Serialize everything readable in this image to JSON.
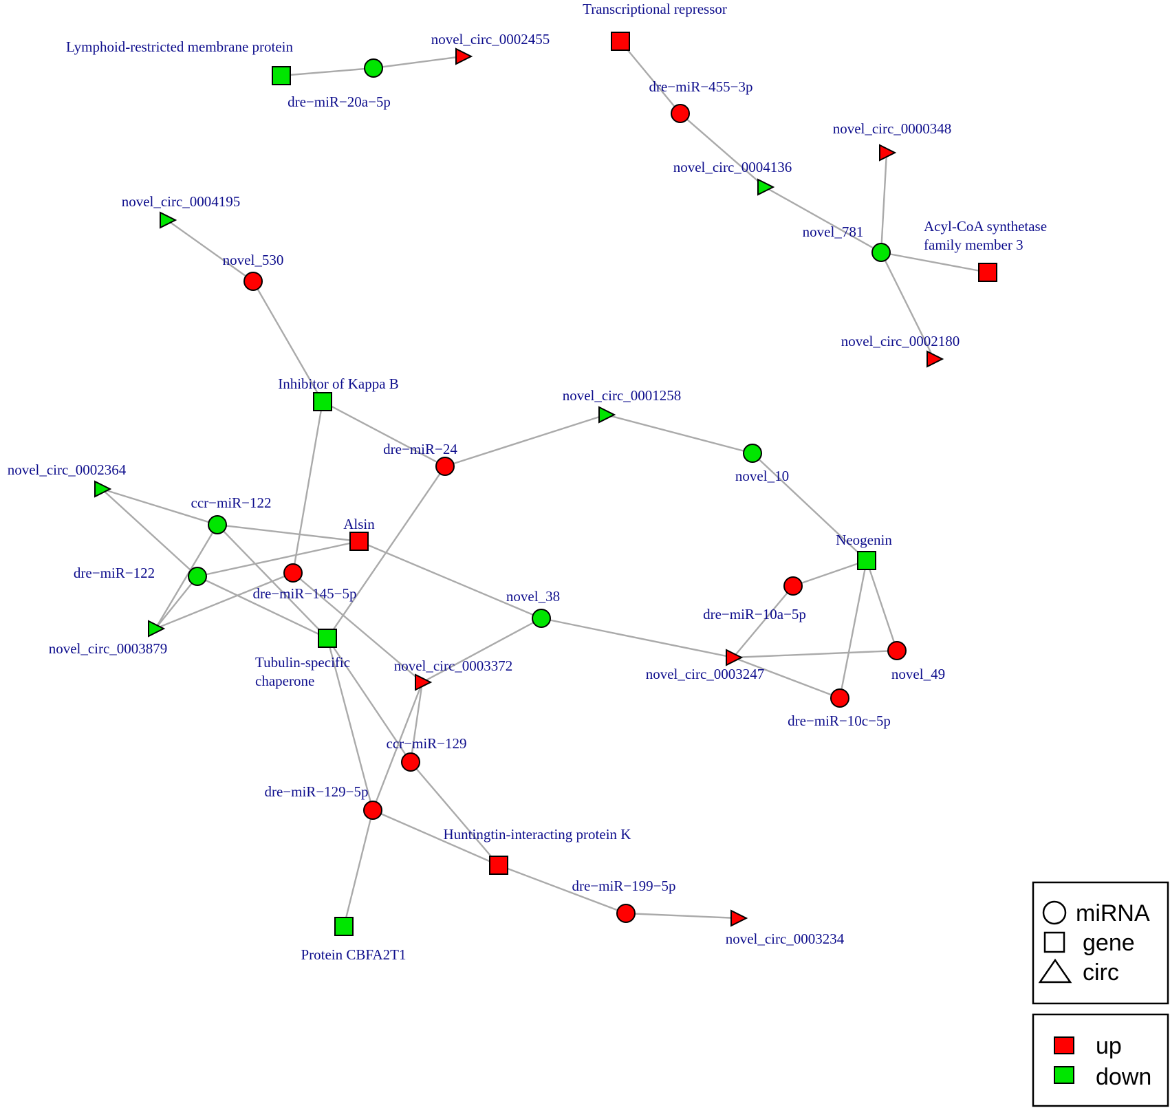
{
  "colors": {
    "up": "#ff0000",
    "down": "#00e600",
    "edge": "#aaaaaa",
    "label": "#0d0d8c"
  },
  "legend": {
    "types": [
      {
        "shape": "circle",
        "label": "miRNA"
      },
      {
        "shape": "square",
        "label": "gene"
      },
      {
        "shape": "triangle",
        "label": "circ"
      }
    ],
    "regulation": [
      {
        "status": "up",
        "label": "up"
      },
      {
        "status": "down",
        "label": "down"
      }
    ]
  },
  "nodes": [
    {
      "id": "lrmp",
      "type": "gene",
      "status": "down",
      "label": [
        "Lymphoid-restricted membrane protein"
      ]
    },
    {
      "id": "miR20a",
      "type": "miRNA",
      "status": "down",
      "label": [
        "dre−miR−20a−5p"
      ]
    },
    {
      "id": "c2455",
      "type": "circ",
      "status": "up",
      "label": [
        "novel_circ_0002455"
      ]
    },
    {
      "id": "transrep",
      "type": "gene",
      "status": "up",
      "label": [
        "Transcriptional repressor"
      ]
    },
    {
      "id": "miR455",
      "type": "miRNA",
      "status": "up",
      "label": [
        "dre−miR−455−3p"
      ]
    },
    {
      "id": "c4136",
      "type": "circ",
      "status": "down",
      "label": [
        "novel_circ_0004136"
      ]
    },
    {
      "id": "c0348",
      "type": "circ",
      "status": "up",
      "label": [
        "novel_circ_0000348"
      ]
    },
    {
      "id": "n781",
      "type": "miRNA",
      "status": "down",
      "label": [
        "novel_781"
      ]
    },
    {
      "id": "acsf3",
      "type": "gene",
      "status": "up",
      "label": [
        "Acyl-CoA synthetase",
        "family member 3"
      ]
    },
    {
      "id": "c2180",
      "type": "circ",
      "status": "up",
      "label": [
        "novel_circ_0002180"
      ]
    },
    {
      "id": "c4195",
      "type": "circ",
      "status": "down",
      "label": [
        "novel_circ_0004195"
      ]
    },
    {
      "id": "n530",
      "type": "miRNA",
      "status": "up",
      "label": [
        "novel_530"
      ]
    },
    {
      "id": "ikb",
      "type": "gene",
      "status": "down",
      "label": [
        "Inhibitor of Kappa B"
      ]
    },
    {
      "id": "c1258",
      "type": "circ",
      "status": "down",
      "label": [
        "novel_circ_0001258"
      ]
    },
    {
      "id": "miR24",
      "type": "miRNA",
      "status": "up",
      "label": [
        "dre−miR−24"
      ]
    },
    {
      "id": "n10",
      "type": "miRNA",
      "status": "down",
      "label": [
        "novel_10"
      ]
    },
    {
      "id": "c2364",
      "type": "circ",
      "status": "down",
      "label": [
        "novel_circ_0002364"
      ]
    },
    {
      "id": "ccr122",
      "type": "miRNA",
      "status": "down",
      "label": [
        "ccr−miR−122"
      ]
    },
    {
      "id": "alsin",
      "type": "gene",
      "status": "up",
      "label": [
        "Alsin"
      ]
    },
    {
      "id": "neogenin",
      "type": "gene",
      "status": "down",
      "label": [
        "Neogenin"
      ]
    },
    {
      "id": "dre122",
      "type": "miRNA",
      "status": "down",
      "label": [
        "dre−miR−122"
      ]
    },
    {
      "id": "miR145",
      "type": "miRNA",
      "status": "up",
      "label": [
        "dre−miR−145−5p"
      ]
    },
    {
      "id": "miR10a",
      "type": "miRNA",
      "status": "up",
      "label": [
        "dre−miR−10a−5p"
      ]
    },
    {
      "id": "n38",
      "type": "miRNA",
      "status": "down",
      "label": [
        "novel_38"
      ]
    },
    {
      "id": "c3879",
      "type": "circ",
      "status": "down",
      "label": [
        "novel_circ_0003879"
      ]
    },
    {
      "id": "tubulin",
      "type": "gene",
      "status": "down",
      "label": [
        "Tubulin-specific",
        "chaperone"
      ]
    },
    {
      "id": "c3372",
      "type": "circ",
      "status": "up",
      "label": [
        "novel_circ_0003372"
      ]
    },
    {
      "id": "c3247",
      "type": "circ",
      "status": "up",
      "label": [
        "novel_circ_0003247"
      ]
    },
    {
      "id": "n49",
      "type": "miRNA",
      "status": "up",
      "label": [
        "novel_49"
      ]
    },
    {
      "id": "miR10c",
      "type": "miRNA",
      "status": "up",
      "label": [
        "dre−miR−10c−5p"
      ]
    },
    {
      "id": "ccr129",
      "type": "miRNA",
      "status": "up",
      "label": [
        "ccr−miR−129"
      ]
    },
    {
      "id": "miR129",
      "type": "miRNA",
      "status": "up",
      "label": [
        "dre−miR−129−5p"
      ]
    },
    {
      "id": "hipk",
      "type": "gene",
      "status": "up",
      "label": [
        "Huntingtin-interacting protein K"
      ]
    },
    {
      "id": "miR199",
      "type": "miRNA",
      "status": "up",
      "label": [
        "dre−miR−199−5p"
      ]
    },
    {
      "id": "c3234",
      "type": "circ",
      "status": "up",
      "label": [
        "novel_circ_0003234"
      ]
    },
    {
      "id": "cbfa2t1",
      "type": "gene",
      "status": "down",
      "label": [
        "Protein CBFA2T1"
      ]
    }
  ],
  "edges": [
    [
      "lrmp",
      "miR20a"
    ],
    [
      "miR20a",
      "c2455"
    ],
    [
      "transrep",
      "miR455"
    ],
    [
      "miR455",
      "c4136"
    ],
    [
      "c4136",
      "n781"
    ],
    [
      "n781",
      "c0348"
    ],
    [
      "n781",
      "acsf3"
    ],
    [
      "n781",
      "c2180"
    ],
    [
      "c4195",
      "n530"
    ],
    [
      "n530",
      "ikb"
    ],
    [
      "ikb",
      "miR24"
    ],
    [
      "ikb",
      "miR145"
    ],
    [
      "miR24",
      "c1258"
    ],
    [
      "miR24",
      "tubulin"
    ],
    [
      "c1258",
      "n10"
    ],
    [
      "n10",
      "neogenin"
    ],
    [
      "c2364",
      "ccr122"
    ],
    [
      "c2364",
      "dre122"
    ],
    [
      "ccr122",
      "alsin"
    ],
    [
      "ccr122",
      "c3879"
    ],
    [
      "ccr122",
      "tubulin"
    ],
    [
      "dre122",
      "alsin"
    ],
    [
      "dre122",
      "c3879"
    ],
    [
      "dre122",
      "tubulin"
    ],
    [
      "miR145",
      "c3879"
    ],
    [
      "miR145",
      "c3372"
    ],
    [
      "alsin",
      "n38"
    ],
    [
      "n38",
      "c3372"
    ],
    [
      "n38",
      "c3247"
    ],
    [
      "neogenin",
      "miR10a"
    ],
    [
      "neogenin",
      "n49"
    ],
    [
      "neogenin",
      "miR10c"
    ],
    [
      "miR10a",
      "c3247"
    ],
    [
      "c3247",
      "n49"
    ],
    [
      "c3247",
      "miR10c"
    ],
    [
      "tubulin",
      "ccr129"
    ],
    [
      "tubulin",
      "miR129"
    ],
    [
      "c3372",
      "ccr129"
    ],
    [
      "c3372",
      "miR129"
    ],
    [
      "ccr129",
      "hipk"
    ],
    [
      "miR129",
      "hipk"
    ],
    [
      "miR129",
      "cbfa2t1"
    ],
    [
      "hipk",
      "miR199"
    ],
    [
      "miR199",
      "c3234"
    ]
  ]
}
